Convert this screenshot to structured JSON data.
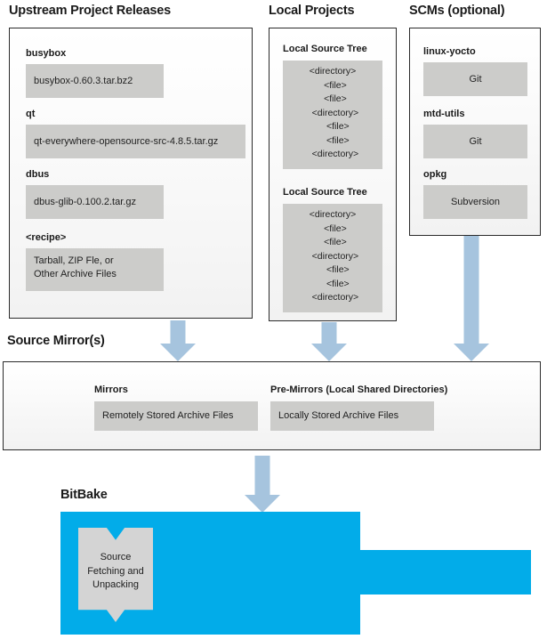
{
  "diagram": {
    "title": "BitBake source fetching and mirrors flow",
    "colors": {
      "bitbake_blue": "#02ace9",
      "arrow_blue": "#a6c4de",
      "chip_gray": "#ccccca",
      "notch_gray": "#d4d4d4",
      "panel_border": "#2b2b2b"
    }
  },
  "columns": {
    "upstream": {
      "title": "Upstream Project Releases",
      "entries": [
        {
          "label": "busybox",
          "value": "busybox-0.60.3.tar.bz2"
        },
        {
          "label": "qt",
          "value": "qt-everywhere-opensource-src-4.8.5.tar.gz"
        },
        {
          "label": "dbus",
          "value": "dbus-glib-0.100.2.tar.gz"
        },
        {
          "label": "<recipe>",
          "value": "Tarball, ZIP Fle, or\nOther Archive Files"
        }
      ]
    },
    "local_projects": {
      "title": "Local Projects",
      "trees": [
        {
          "label": "Local Source Tree",
          "lines": "<directory>\n  <file>\n  <file>\n  <directory>\n    <file>\n    <file>\n  <directory>"
        },
        {
          "label": "Local Source Tree",
          "lines": "<directory>\n  <file>\n  <file>\n  <directory>\n    <file>\n    <file>\n  <directory>"
        }
      ]
    },
    "scms": {
      "title": "SCMs (optional)",
      "entries": [
        {
          "label": "linux-yocto",
          "value": "Git"
        },
        {
          "label": "mtd-utils",
          "value": "Git"
        },
        {
          "label": "opkg",
          "value": "Subversion"
        }
      ]
    }
  },
  "source_mirrors": {
    "title": "Source Mirror(s)",
    "entries": [
      {
        "label": "Mirrors",
        "value": "Remotely Stored Archive Files"
      },
      {
        "label": "Pre-Mirrors (Local Shared Directories)",
        "value": "Locally Stored Archive Files"
      }
    ]
  },
  "bitbake": {
    "title": "BitBake",
    "process": "Source\nFetching and\nUnpacking"
  }
}
